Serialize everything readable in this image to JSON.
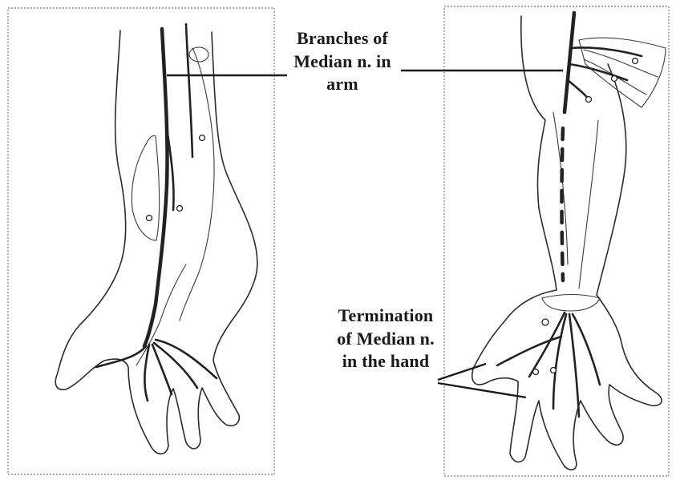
{
  "labels": {
    "branches": [
      "Branches of",
      "Median n. in",
      "arm"
    ],
    "termination": [
      "Termination",
      "of Median n.",
      "in the hand"
    ]
  },
  "panels": [
    {
      "name": "left-forearm-drawing",
      "view": "anterior"
    },
    {
      "name": "right-forearm-drawing",
      "view": "dissected"
    }
  ],
  "colors": {
    "ink": "#1a1a1a",
    "frame": "#777777",
    "background": "#ffffff"
  }
}
